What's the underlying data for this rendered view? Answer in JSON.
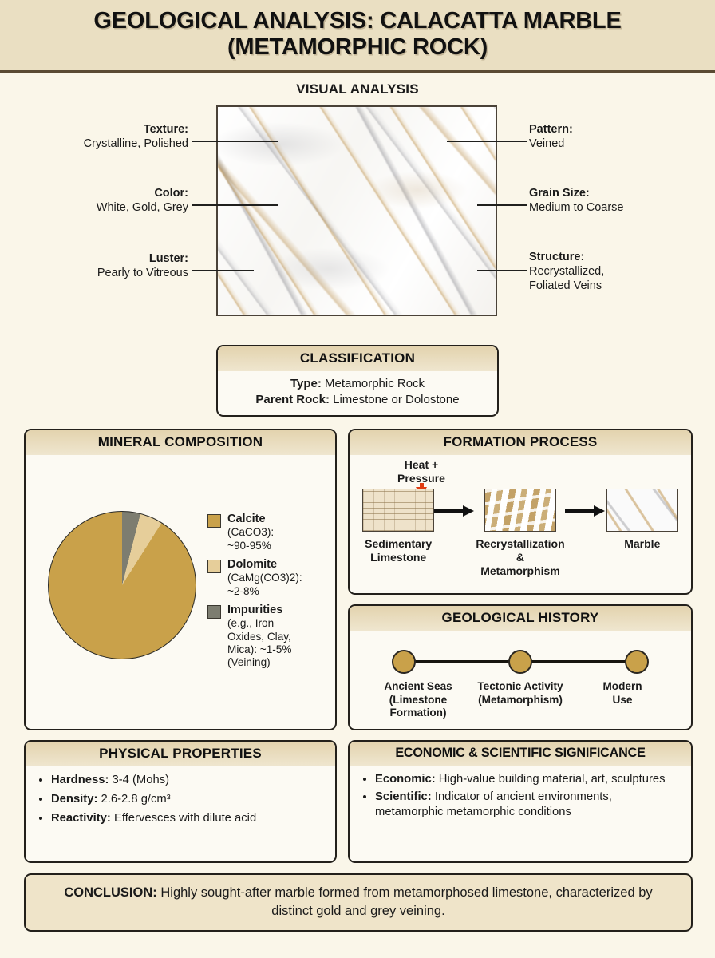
{
  "header": {
    "title_line1": "GEOLOGICAL ANALYSIS: CALACATTA MARBLE",
    "title_line2": "(METAMORPHIC ROCK)"
  },
  "visual_analysis": {
    "section_title": "VISUAL ANALYSIS",
    "left_labels": [
      {
        "label": "Texture:",
        "value": "Crystalline, Polished"
      },
      {
        "label": "Color:",
        "value": "White, Gold, Grey"
      },
      {
        "label": "Luster:",
        "value": "Pearly to Vitreous"
      }
    ],
    "right_labels": [
      {
        "label": "Pattern:",
        "value": "Veined"
      },
      {
        "label": "Grain Size:",
        "value": "Medium to Coarse"
      },
      {
        "label": "Structure:",
        "value_line1": "Recrystallized,",
        "value_line2": "Foliated Veins"
      }
    ],
    "specimen_alt": "calacatta-marble-slab"
  },
  "classification": {
    "title": "CLASSIFICATION",
    "type_label": "Type:",
    "type_value": "Metamorphic Rock",
    "parent_label": "Parent Rock:",
    "parent_value": "Limestone or Dolostone"
  },
  "mineral_composition": {
    "title": "MINERAL COMPOSITION",
    "legend": [
      {
        "name": "Calcite",
        "detail_line1": "(CaCO3):",
        "detail_line2": "~90-95%",
        "color": "#C9A14A"
      },
      {
        "name": "Dolomite",
        "detail_line1": "(CaMg(CO3)2):",
        "detail_line2": "~2-8%",
        "color": "#E6CE9A"
      },
      {
        "name": "Impurities",
        "detail_line1": "(e.g., Iron",
        "detail_line2": "Oxides, Clay,",
        "detail_line3": "Mica): ~1-5%",
        "detail_line4": "(Veining)",
        "color": "#7D7D70"
      }
    ]
  },
  "chart_data": {
    "type": "pie",
    "title": "MINERAL COMPOSITION",
    "categories": [
      "Calcite",
      "Dolomite",
      "Impurities"
    ],
    "values": [
      91,
      5,
      4
    ],
    "units": "percent",
    "labels": [
      "Calcite (CaCO3): ~90-95%",
      "Dolomite (CaMg(CO3)2): ~2-8%",
      "Impurities (e.g., Iron Oxides, Clay, Mica): ~1-5% (Veining)"
    ],
    "colors": [
      "#C9A14A",
      "#E6CE9A",
      "#7D7D70"
    ],
    "legend_position": "right",
    "start_angle_deg": 0,
    "direction": "counterclockwise"
  },
  "formation_process": {
    "title": "FORMATION PROCESS",
    "heat_label_line1": "Heat +",
    "heat_label_line2": "Pressure",
    "steps": [
      {
        "label_line1": "Sedimentary",
        "label_line2": "Limestone",
        "thumb": "limestone-texture"
      },
      {
        "label_line1": "Recrystallization",
        "label_line2": "& Metamorphism",
        "thumb": "recrystallization-texture"
      },
      {
        "label_line1": "Marble",
        "label_line2": "",
        "thumb": "marble-texture"
      }
    ]
  },
  "geological_history": {
    "title": "GEOLOGICAL HISTORY",
    "events": [
      {
        "line1": "Ancient Seas",
        "line2": "(Limestone Formation)"
      },
      {
        "line1": "Tectonic Activity",
        "line2": "(Metamorphism)"
      },
      {
        "line1": "Modern",
        "line2": "Use"
      }
    ],
    "dot_color": "#C9A14A"
  },
  "physical_properties": {
    "title": "PHYSICAL PROPERTIES",
    "items": [
      {
        "label": "Hardness:",
        "value": "3-4 (Mohs)"
      },
      {
        "label": "Density:",
        "value": "2.6-2.8 g/cm³"
      },
      {
        "label": "Reactivity:",
        "value": "Effervesces with dilute acid"
      }
    ]
  },
  "significance": {
    "title": "ECONOMIC & SCIENTIFIC SIGNIFICANCE",
    "items": [
      {
        "label": "Economic:",
        "value": "High-value building material, art, sculptures"
      },
      {
        "label": "Scientific:",
        "value": "Indicator of ancient environments, metamorphic metamorphic conditions"
      }
    ]
  },
  "conclusion": {
    "label": "CONCLUSION:",
    "text": "Highly sought-after marble formed from metamorphosed limestone, characterized by distinct gold and grey veining."
  },
  "theme": {
    "page_bg": "#FAF6E9",
    "header_bg": "#EADFC2",
    "panel_head_bg": "#E3D3AE",
    "panel_body_bg": "#FCFAF3",
    "conclusion_bg": "#EFE4C9",
    "accent_gold": "#C9A14A",
    "accent_red": "#E03C12",
    "border": "#23201b"
  }
}
